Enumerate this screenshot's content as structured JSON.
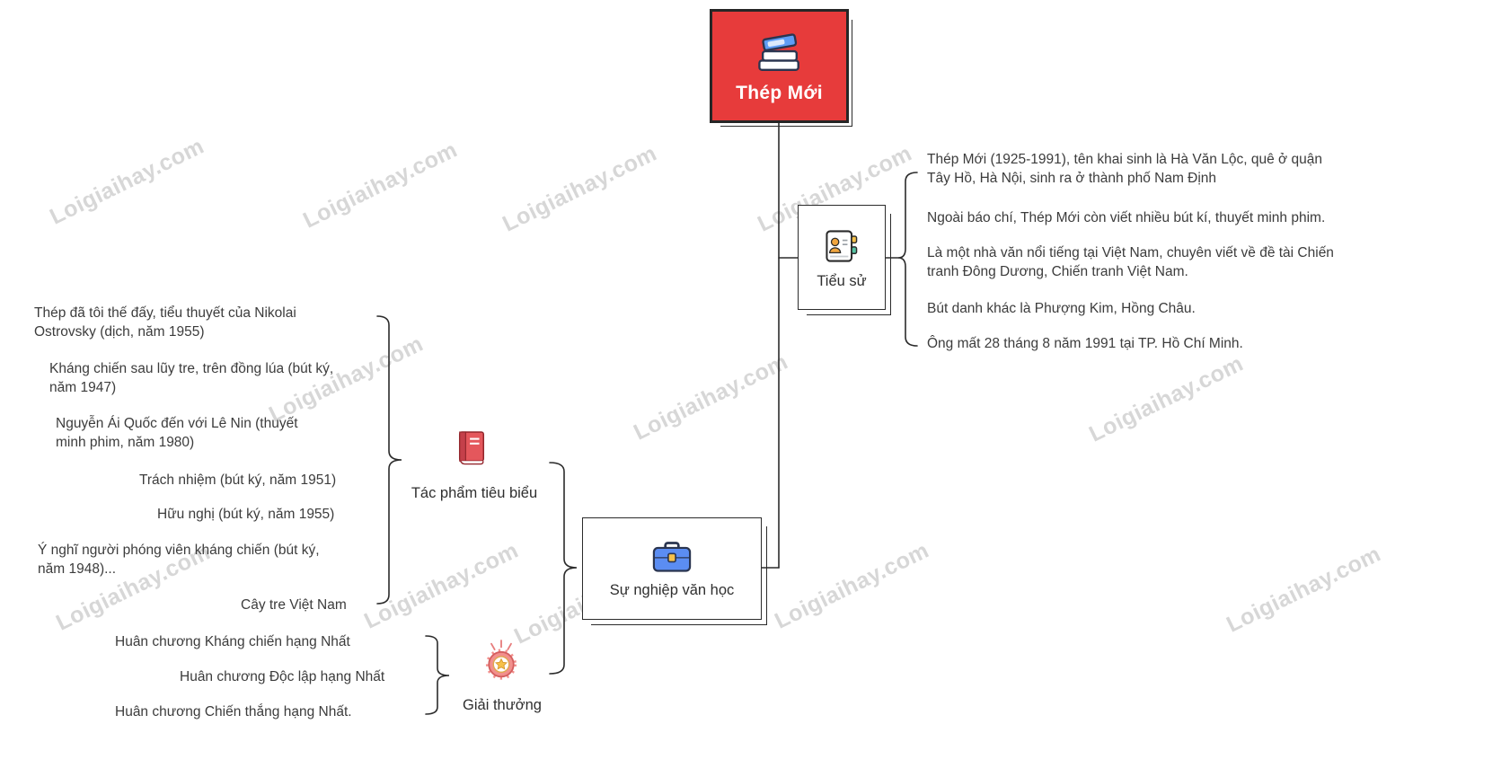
{
  "watermark": "Loigiaihay.com",
  "colors": {
    "accent_red": "#e73b3b",
    "line": "#2b2b2b",
    "watermark_gray": "#bdbdbd"
  },
  "icons": {
    "root": "books-icon",
    "biography": "contact-card-icon",
    "career": "briefcase-icon",
    "works": "book-icon",
    "awards": "medal-icon"
  },
  "root": {
    "title": "Thép Mới"
  },
  "biography": {
    "label": "Tiểu sử",
    "items": [
      "Thép Mới (1925-1991), tên khai sinh là Hà Văn Lộc, quê ở quận Tây Hồ, Hà Nội, sinh ra ở thành phố Nam Định",
      "Ngoài báo chí, Thép Mới còn viết nhiều bút kí, thuyết minh phim.",
      "Là một nhà văn nổi tiếng tại Việt Nam, chuyên viết về đề tài Chiến tranh Đông Dương, Chiến tranh Việt Nam.",
      "Bút danh khác là Phượng Kim, Hồng Châu.",
      "Ông mất 28 tháng 8 năm 1991 tại TP. Hồ Chí Minh."
    ]
  },
  "career": {
    "label": "Sự nghiệp văn học",
    "works": {
      "label": "Tác phẩm tiêu biểu",
      "items": [
        "Thép đã tôi thế đấy, tiểu thuyết của Nikolai Ostrovsky (dịch, năm 1955)",
        "Kháng chiến sau lũy tre, trên đồng lúa (bút ký, năm 1947)",
        "Nguyễn Ái Quốc đến với Lê Nin (thuyết minh phim, năm 1980)",
        "Trách nhiệm (bút ký, năm 1951)",
        "Hữu nghị (bút ký, năm 1955)",
        "Ý nghĩ người phóng viên kháng chiến (bút ký, năm 1948)...",
        "Cây tre Việt Nam"
      ]
    },
    "awards": {
      "label": "Giải thưởng",
      "items": [
        "Huân chương Kháng chiến hạng Nhất",
        "Huân chương Độc lập hạng Nhất",
        "Huân chương Chiến thắng hạng Nhất."
      ]
    }
  }
}
